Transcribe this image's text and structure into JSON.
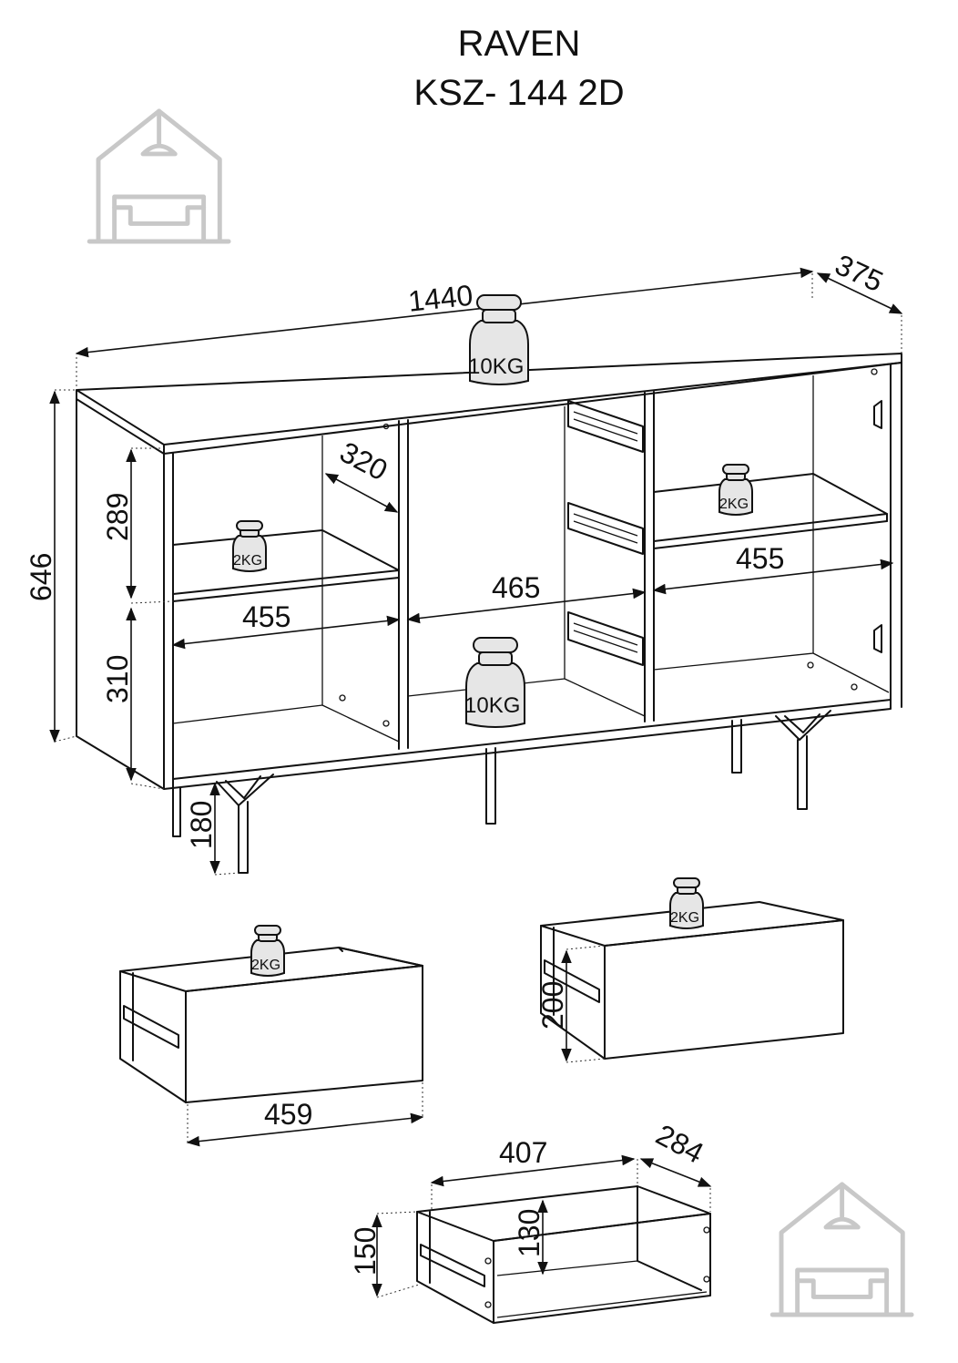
{
  "title": {
    "line1": "RAVEN",
    "line2": "KSZ- 144 2D"
  },
  "logo_icon": "house-sofa-icon",
  "dimensions": {
    "width": "1440",
    "depth": "375",
    "height": "646",
    "shelf_depth": "320",
    "upper_compartment": "289",
    "lower_compartment": "310",
    "leg_height": "180",
    "left_compartment_width": "455",
    "middle_compartment_width": "465",
    "right_compartment_width": "455",
    "drawer_front_width": "459",
    "drawer_front_height": "200",
    "drawer_box_width": "407",
    "drawer_box_depth": "284",
    "drawer_box_height_outer": "150",
    "drawer_box_height_inner": "130"
  },
  "load_weights": {
    "top": {
      "value": "10",
      "unit": "KG"
    },
    "middle_bottom": {
      "value": "10",
      "unit": "KG"
    },
    "left_shelf": {
      "value": "2",
      "unit": "KG"
    },
    "right_shelf": {
      "value": "2",
      "unit": "KG"
    },
    "drawer_left": {
      "value": "2",
      "unit": "KG"
    },
    "drawer_right": {
      "value": "2",
      "unit": "KG"
    }
  },
  "colors": {
    "line": "#111111",
    "logo": "#c8c8c8",
    "weight_fill": "#e6e6e6"
  }
}
